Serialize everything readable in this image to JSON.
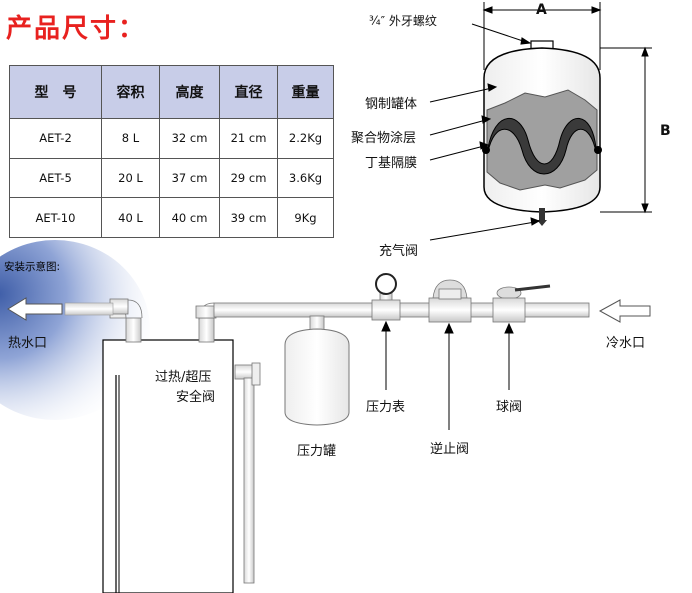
{
  "title": "产品尺寸：",
  "table": {
    "headers": [
      "型　号",
      "容积",
      "高度",
      "直径",
      "重量"
    ],
    "rows": [
      [
        "AET-2",
        "8 L",
        "32 cm",
        "21 cm",
        "2.2Kg"
      ],
      [
        "AET-5",
        "20 L",
        "37 cm",
        "29 cm",
        "3.6Kg"
      ],
      [
        "AET-10",
        "40 L",
        "40 cm",
        "39 cm",
        "9Kg"
      ]
    ]
  },
  "tank_diagram": {
    "dim_a": "A",
    "dim_b": "B",
    "thread": "¾″ 外牙螺纹",
    "steel_tank": "钢制罐体",
    "polymer_coating": "聚合物涂层",
    "butyl_diaphragm": "丁基隔膜",
    "air_valve": "充气阀"
  },
  "install": {
    "caption": "安装示意图:",
    "hot_water_outlet": "热水口",
    "cold_water_inlet": "冷水口",
    "relief_valve_line1": "过热/超压",
    "relief_valve_line2": "安全阀",
    "pressure_tank": "压力罐",
    "pressure_gauge": "压力表",
    "check_valve": "逆止阀",
    "ball_valve": "球阀"
  },
  "colors": {
    "title_red": "#e8211f",
    "table_header_bg": "#c8cde8",
    "diaphragm_gray": "#a0a0a0",
    "coating_dark": "#3a3a3a"
  }
}
